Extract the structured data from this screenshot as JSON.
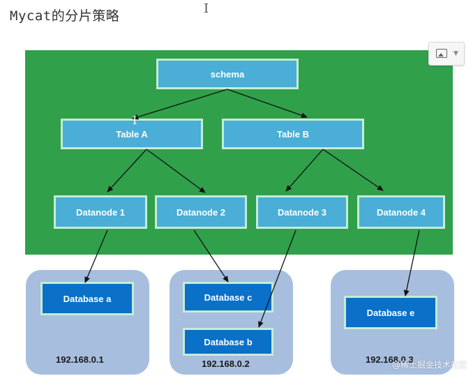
{
  "page": {
    "title": "Mycat的分片策略"
  },
  "diagram": {
    "root": {
      "label": "schema"
    },
    "tables": [
      {
        "label": "Table A"
      },
      {
        "label": "Table B"
      }
    ],
    "datanodes": [
      {
        "label": "Datanode 1"
      },
      {
        "label": "Datanode 2"
      },
      {
        "label": "Datanode 3"
      },
      {
        "label": "Datanode 4"
      }
    ],
    "hosts": [
      {
        "ip": "192.168.0.1",
        "databases": [
          "Database a"
        ]
      },
      {
        "ip": "192.168.0.2",
        "databases": [
          "Database c",
          "Database b"
        ]
      },
      {
        "ip": "192.168.0.3",
        "databases": [
          "Database e"
        ]
      }
    ],
    "colors": {
      "panel": "#30a04a",
      "node": "#4aaed6",
      "database": "#0a70c8",
      "host": "#a7bedf",
      "border": "#c6ecd3",
      "arrow": "#111111"
    }
  },
  "watermark": "@稀土掘金技术社区"
}
